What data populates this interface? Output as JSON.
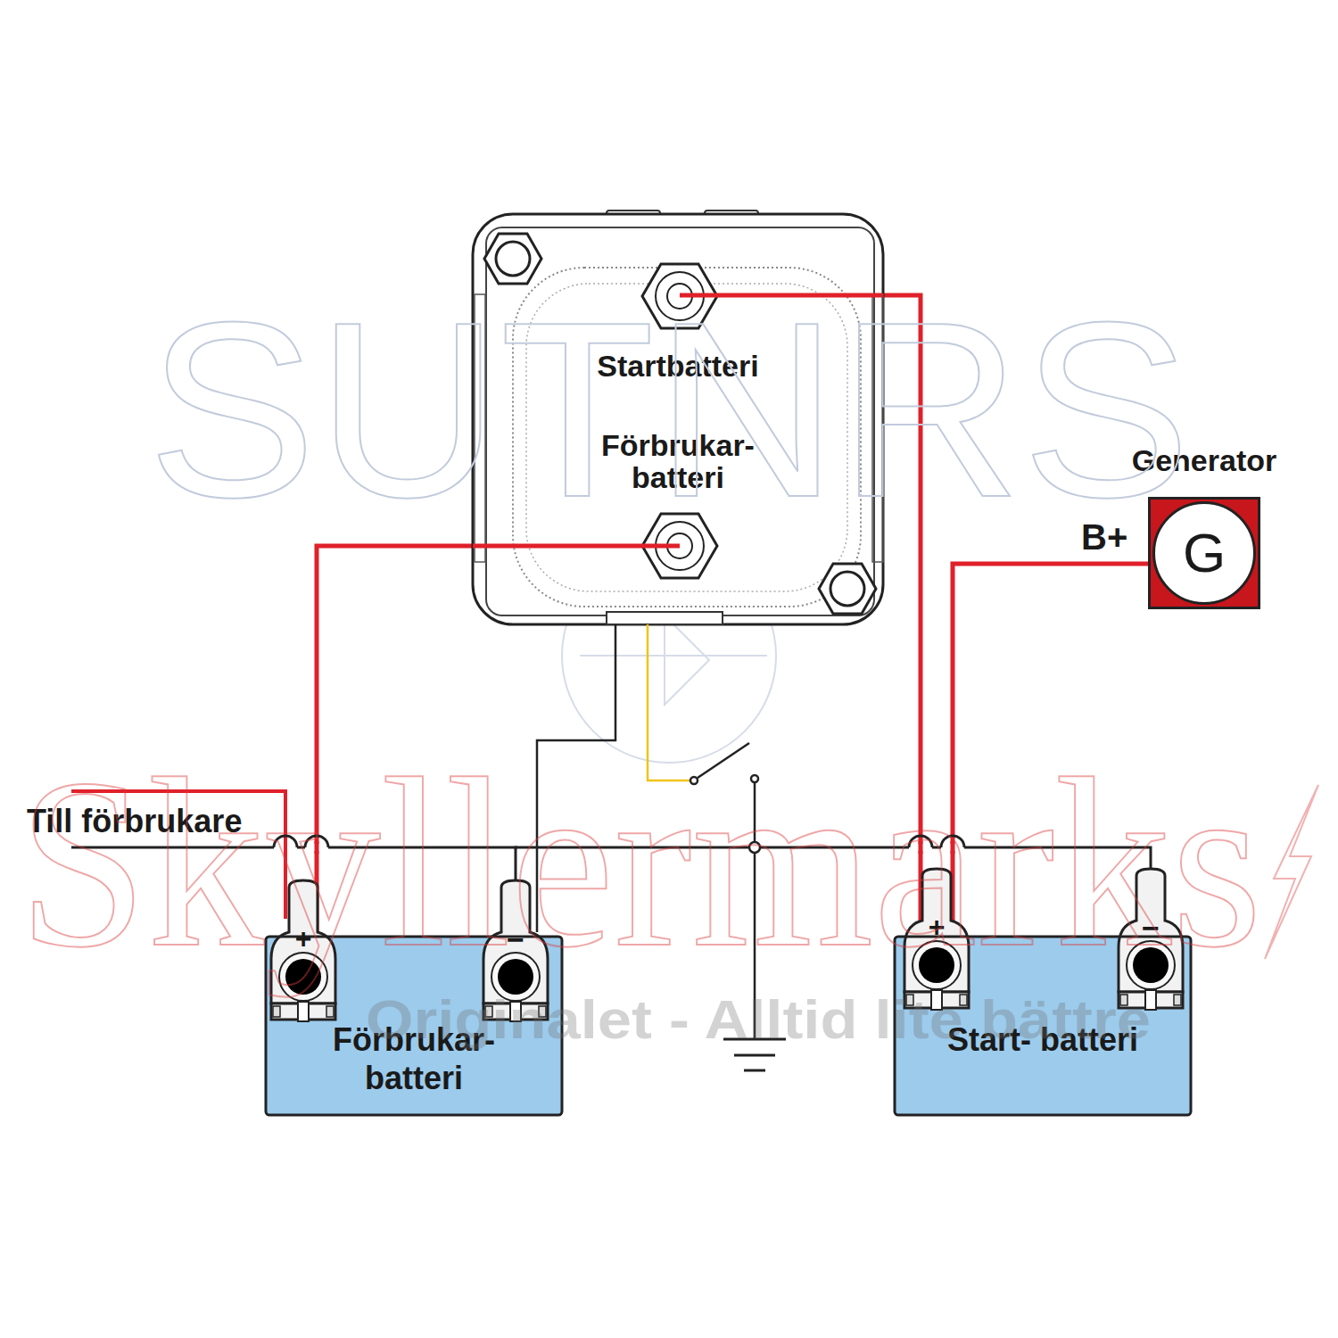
{
  "diagram": {
    "nodes": [
      {
        "text": [
          "Startbatteri",
          "Förbrukar- batteri"
        ]
      },
      {
        "text": [
          "Generator",
          "G"
        ]
      },
      {
        "text": [
          "Förbrukar- batteri"
        ]
      },
      {
        "text": [
          "Start- batteri"
        ]
      }
    ],
    "edges": [
      {
        "from": 0,
        "to": 3,
        "arrow": "none"
      },
      {
        "from": 0,
        "to": 2,
        "arrow": "none"
      },
      {
        "from": 1,
        "to": 3,
        "arrow": "none"
      },
      {
        "from": 2,
        "to": 3,
        "arrow": "none"
      }
    ],
    "labels": [
      "Till förbrukare",
      "B+",
      "+",
      "−",
      "+",
      "−",
      "SUTNRS",
      "Skyllermarks",
      "Originalet - Alltid lite bättre"
    ]
  }
}
